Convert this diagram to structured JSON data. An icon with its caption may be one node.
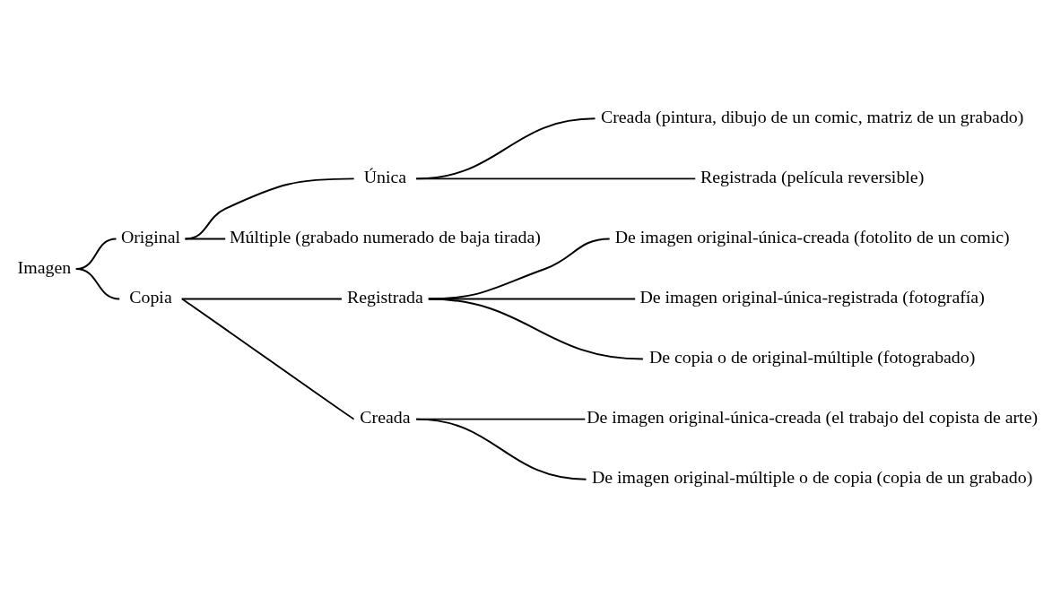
{
  "diagram": {
    "nodes": [
      {
        "text": [
          "Imagen"
        ]
      },
      {
        "text": [
          "Original"
        ]
      },
      {
        "text": [
          "Única"
        ]
      },
      {
        "text": [
          "Creada (pintura, dibujo de un comic, matriz de un grabado)"
        ]
      },
      {
        "text": [
          "Registrada (película reversible)"
        ]
      },
      {
        "text": [
          "Múltiple (grabado numerado de baja tirada)"
        ]
      },
      {
        "text": [
          "Copia"
        ]
      },
      {
        "text": [
          "Registrada"
        ]
      },
      {
        "text": [
          "De imagen original-única-creada (fotolito de un comic)"
        ]
      },
      {
        "text": [
          "De imagen original-única-registrada (fotografía)"
        ]
      },
      {
        "text": [
          "De copia o de original-múltiple (fotograbado)"
        ]
      },
      {
        "text": [
          "Creada"
        ]
      },
      {
        "text": [
          "De imagen original-única-creada (el trabajo del copista de arte)"
        ]
      },
      {
        "text": [
          "De imagen original-múltiple o de copia (copia de un grabado)"
        ]
      }
    ],
    "edges": [
      {
        "from": 0,
        "to": 1,
        "arrow": "none"
      },
      {
        "from": 0,
        "to": 6,
        "arrow": "none"
      },
      {
        "from": 1,
        "to": 2,
        "arrow": "none"
      },
      {
        "from": 1,
        "to": 5,
        "arrow": "none"
      },
      {
        "from": 2,
        "to": 3,
        "arrow": "none"
      },
      {
        "from": 2,
        "to": 4,
        "arrow": "none"
      },
      {
        "from": 6,
        "to": 7,
        "arrow": "none"
      },
      {
        "from": 6,
        "to": 11,
        "arrow": "none"
      },
      {
        "from": 7,
        "to": 8,
        "arrow": "none"
      },
      {
        "from": 7,
        "to": 9,
        "arrow": "none"
      },
      {
        "from": 7,
        "to": 10,
        "arrow": "none"
      },
      {
        "from": 11,
        "to": 12,
        "arrow": "none"
      },
      {
        "from": 11,
        "to": 13,
        "arrow": "none"
      }
    ]
  }
}
